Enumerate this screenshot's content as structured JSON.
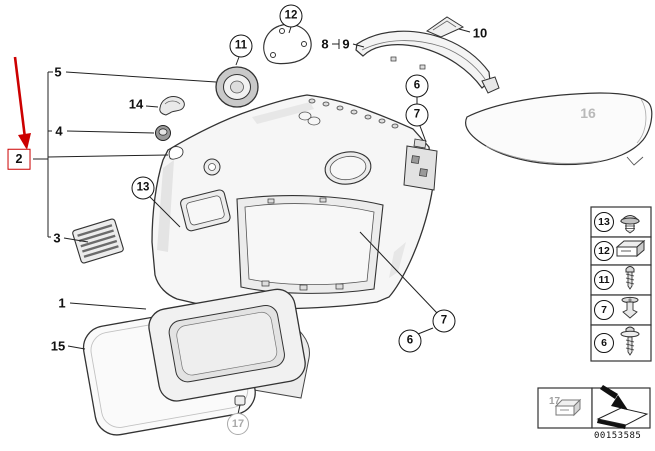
{
  "diagram": {
    "type": "exploded-parts-diagram",
    "highlight_color": "#cc0000",
    "code": "00153585",
    "callouts": [
      {
        "label": "5",
        "kind": "plain"
      },
      {
        "label": "14",
        "kind": "plain"
      },
      {
        "label": "4",
        "kind": "plain"
      },
      {
        "label": "2",
        "kind": "box-red"
      },
      {
        "label": "3",
        "kind": "plain"
      },
      {
        "label": "13",
        "kind": "circle"
      },
      {
        "label": "1",
        "kind": "plain"
      },
      {
        "label": "15",
        "kind": "plain"
      },
      {
        "label": "12",
        "kind": "circle"
      },
      {
        "label": "11",
        "kind": "circle"
      },
      {
        "label": "8",
        "kind": "plain"
      },
      {
        "label": "9",
        "kind": "plain"
      },
      {
        "label": "10",
        "kind": "plain"
      },
      {
        "label": "6",
        "kind": "circle"
      },
      {
        "label": "7",
        "kind": "circle"
      },
      {
        "label": "16",
        "kind": "ghost"
      },
      {
        "label": "7",
        "kind": "circle"
      },
      {
        "label": "6",
        "kind": "circle"
      },
      {
        "label": "17",
        "kind": "ghost-circle"
      }
    ],
    "legend": {
      "items": [
        {
          "label": "13",
          "icon": "push-rivet-icon"
        },
        {
          "label": "12",
          "icon": "clip-icon"
        },
        {
          "label": "11",
          "icon": "screw-icon"
        },
        {
          "label": "7",
          "icon": "expansion-rivet-icon"
        },
        {
          "label": "6",
          "icon": "screw-washer-icon"
        }
      ],
      "extra": {
        "label": "17",
        "icon": "trim-clip-icon"
      },
      "direction": {
        "icon": "direction-arrow-icon"
      }
    }
  }
}
